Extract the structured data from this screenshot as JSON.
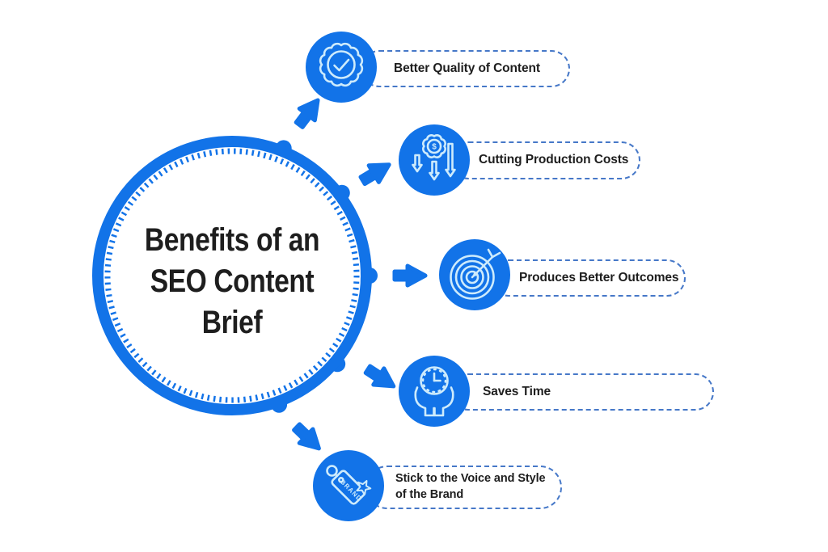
{
  "title": "Benefits of an SEO Content Brief",
  "colors": {
    "blue": "#1273E8",
    "icon_stroke": "#CDEBFC",
    "pill_border": "#4678C8",
    "text": "#1E1E1E",
    "background": "#FFFFFF"
  },
  "items": [
    {
      "label": "Better Quality of Content",
      "icon": "badge-check-icon"
    },
    {
      "label": "Cutting Production Costs",
      "icon": "dollar-gear-down-arrows-icon"
    },
    {
      "label": "Produces Better Outcomes",
      "icon": "target-dart-icon"
    },
    {
      "label": "Saves Time",
      "icon": "clock-in-hands-icon"
    },
    {
      "label": "Stick to the Voice and Style of the Brand",
      "icon": "brand-tag-icon"
    }
  ],
  "icon_texts": {
    "dollar_sign": "$",
    "brand_tag": "BRAND"
  }
}
